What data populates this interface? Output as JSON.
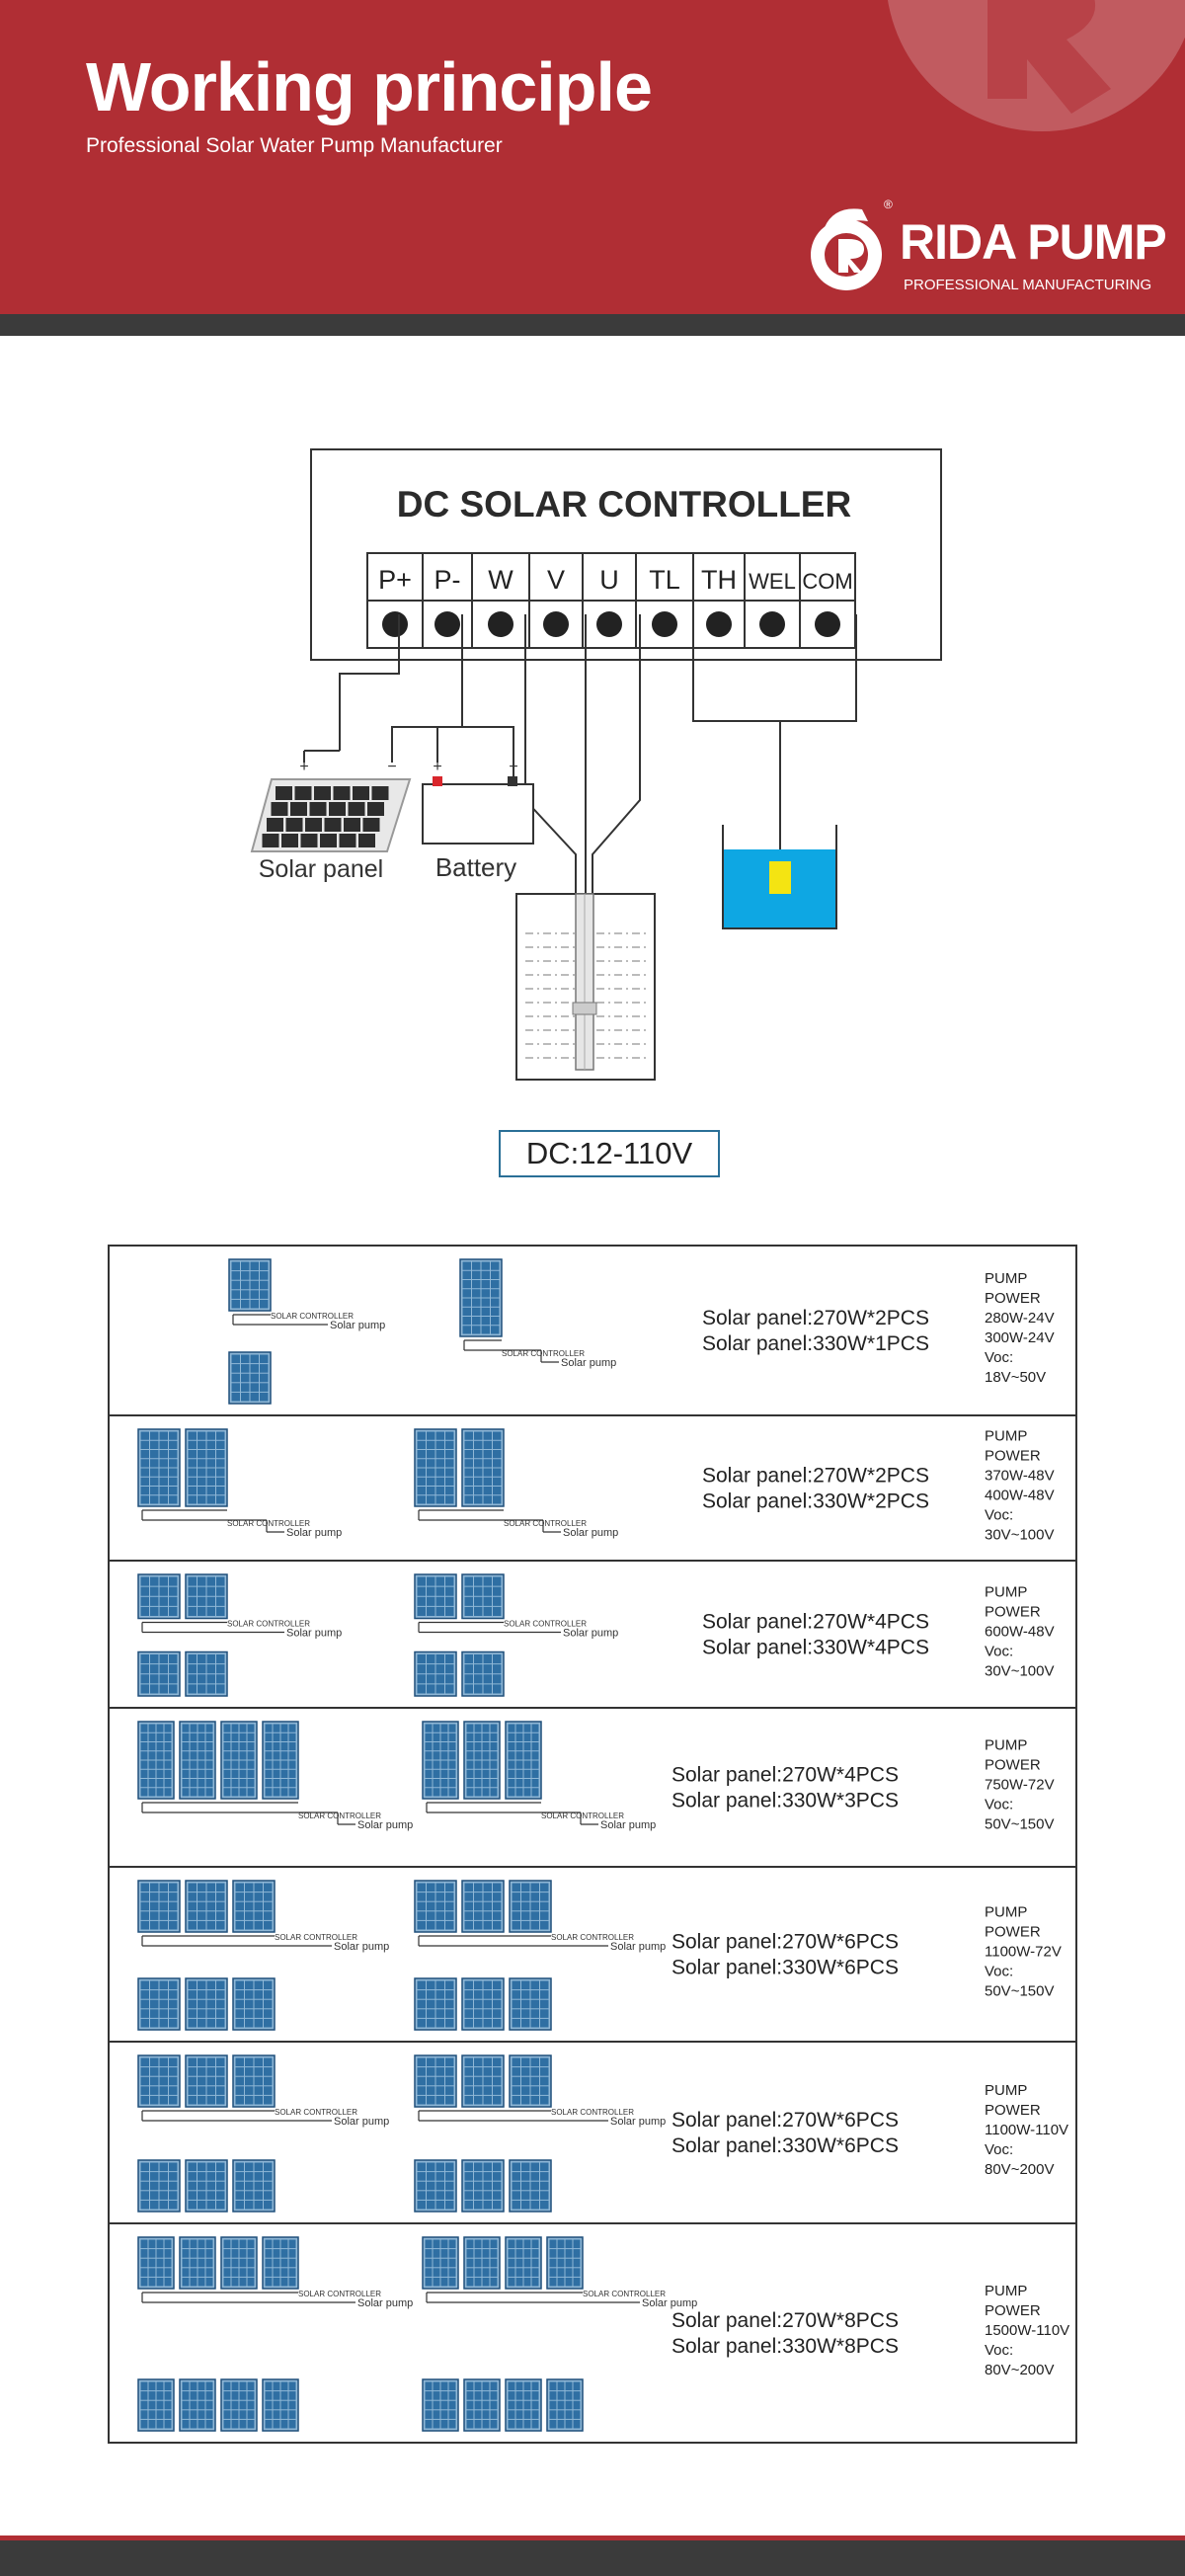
{
  "header": {
    "title": "Working principle",
    "subtitle": "Professional Solar Water Pump Manufacturer",
    "brand_color": "#b02e34",
    "band_color": "#3b3b3b"
  },
  "logo": {
    "name": "RIDA PUMP",
    "tagline": "PROFESSIONAL MANUFACTURING",
    "registered": "®"
  },
  "controller": {
    "title": "DC SOLAR CONTROLLER",
    "terminals": [
      "P+",
      "P-",
      "W",
      "V",
      "U",
      "TL",
      "TH",
      "WEL",
      "COM"
    ]
  },
  "components": {
    "solar_panel": "Solar panel",
    "battery": "Battery",
    "plus": "+",
    "minus": "−"
  },
  "voltage": "DC:12-110V",
  "mini": {
    "controller": "SOLAR CONTROLLER",
    "pump": "Solar pump"
  },
  "configs": [
    {
      "panel_a": "Solar panel:270W*2PCS",
      "panel_b": "Solar panel:330W*1PCS",
      "specs": [
        "PUMP",
        "POWER",
        "280W-24V",
        "300W-24V",
        "Voc:",
        "18V~50V"
      ]
    },
    {
      "panel_a": "Solar panel:270W*2PCS",
      "panel_b": "Solar panel:330W*2PCS",
      "specs": [
        "PUMP",
        "POWER",
        "370W-48V",
        "400W-48V",
        "Voc:",
        "30V~100V"
      ]
    },
    {
      "panel_a": "Solar panel:270W*4PCS",
      "panel_b": "Solar panel:330W*4PCS",
      "specs": [
        "PUMP",
        "POWER",
        "600W-48V",
        "Voc:",
        "30V~100V"
      ]
    },
    {
      "panel_a": "Solar panel:270W*4PCS",
      "panel_b": "Solar panel:330W*3PCS",
      "specs": [
        "PUMP",
        "POWER",
        "750W-72V",
        "Voc:",
        "50V~150V"
      ]
    },
    {
      "panel_a": "Solar panel:270W*6PCS",
      "panel_b": "Solar panel:330W*6PCS",
      "specs": [
        "PUMP",
        "POWER",
        "1100W-72V",
        "Voc:",
        "50V~150V"
      ]
    },
    {
      "panel_a": "Solar panel:270W*6PCS",
      "panel_b": "Solar panel:330W*6PCS",
      "specs": [
        "PUMP",
        "POWER",
        "1100W-110V",
        "Voc:",
        "80V~200V"
      ]
    },
    {
      "panel_a": "Solar panel:270W*8PCS",
      "panel_b": "Solar panel:330W*8PCS",
      "specs": [
        "PUMP",
        "POWER",
        "1500W-110V",
        "Voc:",
        "80V~200V"
      ]
    }
  ]
}
